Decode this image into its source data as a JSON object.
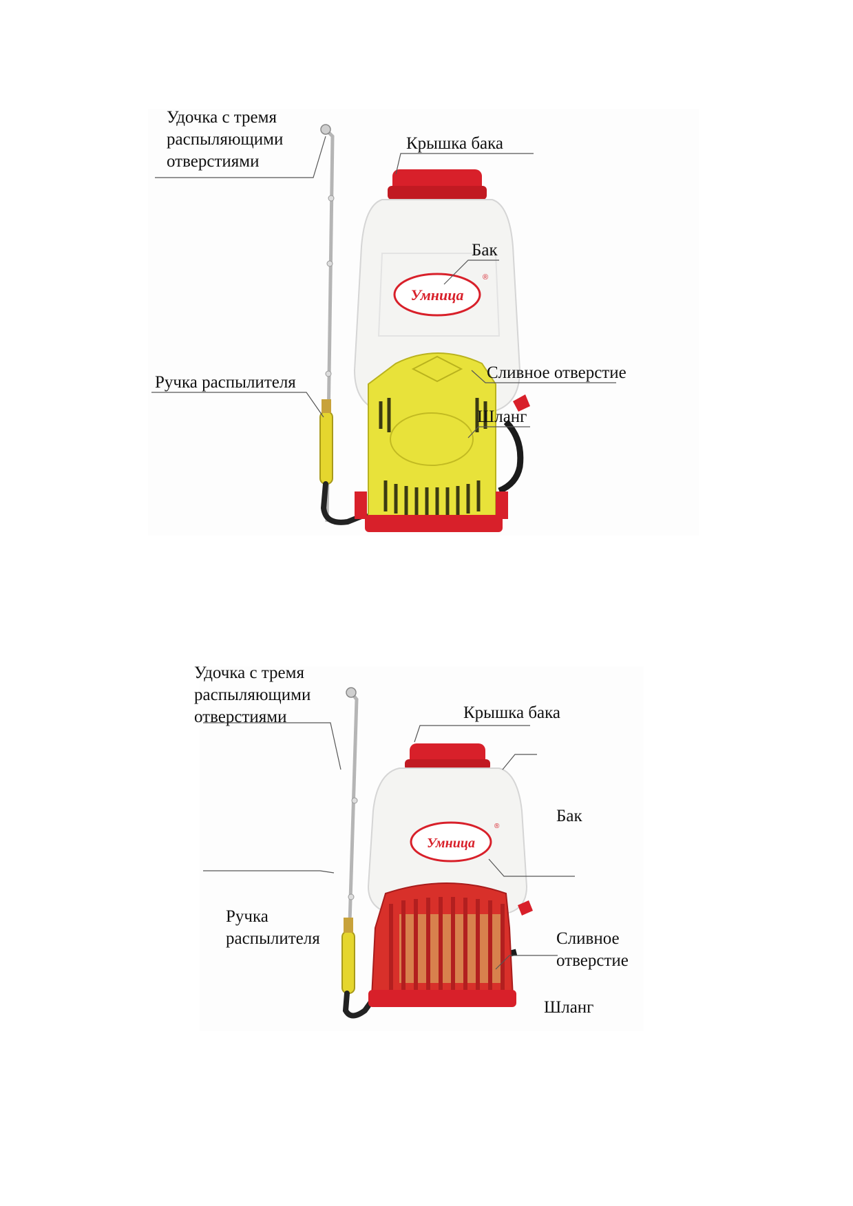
{
  "diagrams": [
    {
      "labels": {
        "wand": [
          "Удочка с тремя",
          "распыляющими",
          "отверстиями"
        ],
        "tank_cap": "Крышка бака",
        "tank": "Бак",
        "drain": "Сливное отверстие",
        "handle": "Ручка распылителя",
        "hose": "Шланг"
      },
      "logo_text": "Умница",
      "logo_mark": "®",
      "colors": {
        "tank": "#f4f4f2",
        "cap": "#d8202a",
        "housing": "#e8e23a",
        "base": "#d8202a",
        "wand": "#b9b9b9"
      }
    },
    {
      "labels": {
        "wand": [
          "Удочка с тремя",
          "распыляющими",
          "отверстиями"
        ],
        "tank_cap": "Крышка бака",
        "tank": "Бак",
        "drain": [
          "Сливное",
          "отверстие"
        ],
        "handle": [
          "Ручка",
          "распылителя"
        ],
        "hose": "Шланг"
      },
      "logo_text": "Умница",
      "logo_mark": "®",
      "colors": {
        "tank": "#f4f4f2",
        "cap": "#d8202a",
        "housing": "#d8302a",
        "wand": "#b9b9b9"
      }
    }
  ]
}
